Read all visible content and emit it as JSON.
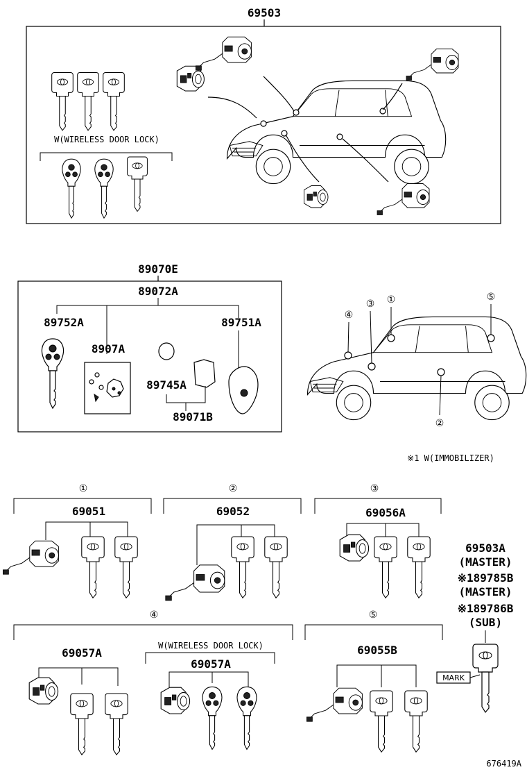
{
  "diagram": {
    "top_section": {
      "part_number": "69503",
      "wireless_label": "W(WIRELESS DOOR LOCK)"
    },
    "middle_section": {
      "kit_number": "89070E",
      "sub_kit_number": "89072A",
      "parts": {
        "p89752A": "89752A",
        "p8907A": "8907A",
        "p89751A": "89751A",
        "p89745A": "89745A",
        "p89071B": "89071B"
      },
      "callouts": [
        "①",
        "②",
        "③",
        "④",
        "⑤"
      ],
      "immobilizer_note": "※1 W(IMMOBILIZER)"
    },
    "bottom_section": {
      "group1": {
        "callout": "①",
        "part_number": "69051"
      },
      "group2": {
        "callout": "②",
        "part_number": "69052"
      },
      "group3": {
        "callout": "③",
        "part_number": "69056A"
      },
      "group4": {
        "callout": "④",
        "part_number": "69057A",
        "wireless_label": "W(WIRELESS DOOR LOCK)",
        "wireless_part_number": "69057A"
      },
      "group5": {
        "callout": "⑤",
        "part_number": "69055B"
      },
      "master_keys": {
        "line1": "69503A",
        "line2": "(MASTER)",
        "line3": "※189785B",
        "line4": "(MASTER)",
        "line5": "※189786B",
        "line6": "(SUB)",
        "mark_label": "MARK"
      }
    },
    "figure_id": "676419A"
  }
}
